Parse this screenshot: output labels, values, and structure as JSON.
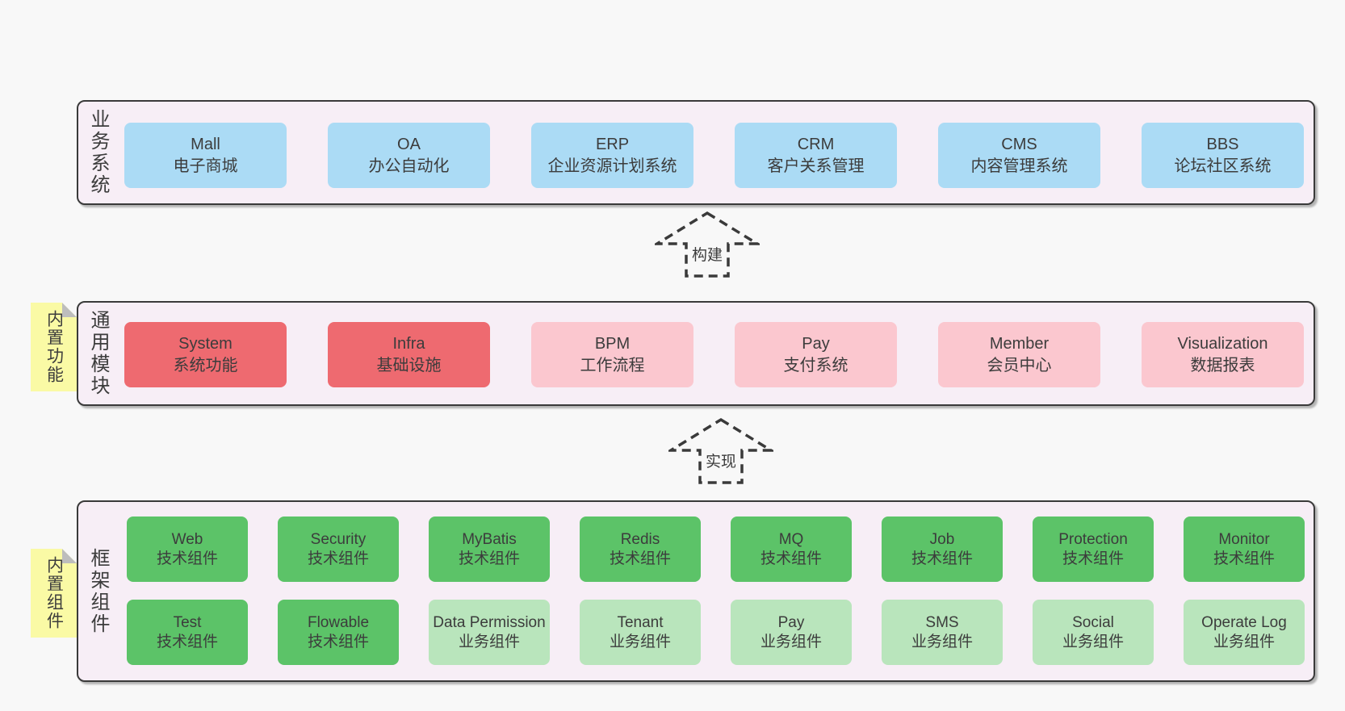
{
  "palette": {
    "page_background": "#f8f8f8",
    "layer_fill": "#f7eef6",
    "layer_border": "#3a3a3a",
    "blue_box": "#abdbf5",
    "red_box": "#ee6a70",
    "pink_box": "#fbc7cf",
    "green_box": "#5cc368",
    "light_green_box": "#b9e5bc",
    "sticky_yellow": "#fafaa5",
    "fold_gray": "#bdbdbd",
    "text": "#3c3c3c"
  },
  "arrows": [
    {
      "label": "构建"
    },
    {
      "label": "实现"
    }
  ],
  "layers": {
    "business": {
      "side_label": "业务系统",
      "boxes": [
        {
          "title": "Mall",
          "subtitle": "电子商城"
        },
        {
          "title": "OA",
          "subtitle": "办公自动化"
        },
        {
          "title": "ERP",
          "subtitle": "企业资源计划系统"
        },
        {
          "title": "CRM",
          "subtitle": "客户关系管理"
        },
        {
          "title": "CMS",
          "subtitle": "内容管理系统"
        },
        {
          "title": "BBS",
          "subtitle": "论坛社区系统"
        }
      ]
    },
    "modules": {
      "side_label": "通用模块",
      "sticky_label": "内置功能",
      "boxes": [
        {
          "title": "System",
          "subtitle": "系统功能",
          "variant": "red"
        },
        {
          "title": "Infra",
          "subtitle": "基础设施",
          "variant": "red"
        },
        {
          "title": "BPM",
          "subtitle": "工作流程",
          "variant": "pink"
        },
        {
          "title": "Pay",
          "subtitle": "支付系统",
          "variant": "pink"
        },
        {
          "title": "Member",
          "subtitle": "会员中心",
          "variant": "pink"
        },
        {
          "title": "Visualization",
          "subtitle": "数据报表",
          "variant": "pink"
        }
      ]
    },
    "components": {
      "side_label": "框架组件",
      "sticky_label": "内置组件",
      "row1": [
        {
          "title": "Web",
          "subtitle": "技术组件",
          "variant": "green"
        },
        {
          "title": "Security",
          "subtitle": "技术组件",
          "variant": "green"
        },
        {
          "title": "MyBatis",
          "subtitle": "技术组件",
          "variant": "green"
        },
        {
          "title": "Redis",
          "subtitle": "技术组件",
          "variant": "green"
        },
        {
          "title": "MQ",
          "subtitle": "技术组件",
          "variant": "green"
        },
        {
          "title": "Job",
          "subtitle": "技术组件",
          "variant": "green"
        },
        {
          "title": "Protection",
          "subtitle": "技术组件",
          "variant": "green"
        },
        {
          "title": "Monitor",
          "subtitle": "技术组件",
          "variant": "green"
        }
      ],
      "row2": [
        {
          "title": "Test",
          "subtitle": "技术组件",
          "variant": "green"
        },
        {
          "title": "Flowable",
          "subtitle": "技术组件",
          "variant": "green"
        },
        {
          "title": "Data Permission",
          "subtitle": "业务组件",
          "variant": "light-green"
        },
        {
          "title": "Tenant",
          "subtitle": "业务组件",
          "variant": "light-green"
        },
        {
          "title": "Pay",
          "subtitle": "业务组件",
          "variant": "light-green"
        },
        {
          "title": "SMS",
          "subtitle": "业务组件",
          "variant": "light-green"
        },
        {
          "title": "Social",
          "subtitle": "业务组件",
          "variant": "light-green"
        },
        {
          "title": "Operate Log",
          "subtitle": "业务组件",
          "variant": "light-green"
        }
      ]
    }
  }
}
